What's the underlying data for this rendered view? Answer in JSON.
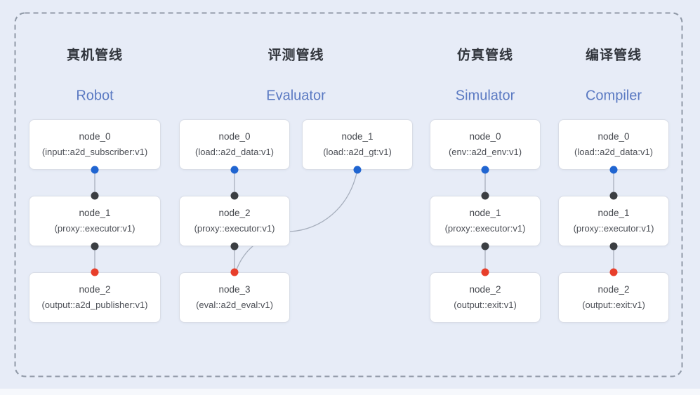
{
  "diagram": {
    "background_color": "#e7ecf7",
    "frame_border_color": "#9099a7",
    "title_color": "#31353c",
    "subtitle_color": "#5a79c2",
    "node_background": "#ffffff",
    "node_border_color": "#d9dde6",
    "node_text_color": "#44474d",
    "edge_color": "#a7afbd",
    "port_colors": {
      "blue": "#2065d1",
      "black": "#3b3e42",
      "red": "#e83f2b"
    },
    "pipelines": [
      {
        "id": "robot",
        "title": "真机管线",
        "subtitle": "Robot",
        "nodes": [
          {
            "name": "node_0",
            "type": "(input::a2d_subscriber:v1)",
            "row": 0,
            "col": 0,
            "top_port": null,
            "bottom_port": "blue"
          },
          {
            "name": "node_1",
            "type": "(proxy::executor:v1)",
            "row": 1,
            "col": 0,
            "top_port": "black",
            "bottom_port": "black"
          },
          {
            "name": "node_2",
            "type": "(output::a2d_publisher:v1)",
            "row": 2,
            "col": 0,
            "top_port": "red",
            "bottom_port": null
          }
        ],
        "edges": [
          {
            "from": 0,
            "to": 1,
            "style": "straight"
          },
          {
            "from": 1,
            "to": 2,
            "style": "straight"
          }
        ]
      },
      {
        "id": "evaluator",
        "title": "评测管线",
        "subtitle": "Evaluator",
        "nodes": [
          {
            "name": "node_0",
            "type": "(load::a2d_data:v1)",
            "row": 0,
            "col": 0,
            "top_port": null,
            "bottom_port": "blue"
          },
          {
            "name": "node_1",
            "type": "(load::a2d_gt:v1)",
            "row": 0,
            "col": 1,
            "top_port": null,
            "bottom_port": "blue"
          },
          {
            "name": "node_2",
            "type": "(proxy::executor:v1)",
            "row": 1,
            "col": 0,
            "top_port": "black",
            "bottom_port": "black"
          },
          {
            "name": "node_3",
            "type": "(eval::a2d_eval:v1)",
            "row": 2,
            "col": 0,
            "top_port": "red",
            "bottom_port": null
          }
        ],
        "edges": [
          {
            "from": 0,
            "to": 2,
            "style": "straight"
          },
          {
            "from": 2,
            "to": 3,
            "style": "straight"
          },
          {
            "from": 1,
            "to": 3,
            "style": "curved"
          }
        ]
      },
      {
        "id": "simulator",
        "title": "仿真管线",
        "subtitle": "Simulator",
        "nodes": [
          {
            "name": "node_0",
            "type": "(env::a2d_env:v1)",
            "row": 0,
            "col": 0,
            "top_port": null,
            "bottom_port": "blue"
          },
          {
            "name": "node_1",
            "type": "(proxy::executor:v1)",
            "row": 1,
            "col": 0,
            "top_port": "black",
            "bottom_port": "black"
          },
          {
            "name": "node_2",
            "type": "(output::exit:v1)",
            "row": 2,
            "col": 0,
            "top_port": "red",
            "bottom_port": null
          }
        ],
        "edges": [
          {
            "from": 0,
            "to": 1,
            "style": "straight"
          },
          {
            "from": 1,
            "to": 2,
            "style": "straight"
          }
        ]
      },
      {
        "id": "compiler",
        "title": "编译管线",
        "subtitle": "Compiler",
        "nodes": [
          {
            "name": "node_0",
            "type": "(load::a2d_data:v1)",
            "row": 0,
            "col": 0,
            "top_port": null,
            "bottom_port": "blue"
          },
          {
            "name": "node_1",
            "type": "(proxy::executor:v1)",
            "row": 1,
            "col": 0,
            "top_port": "black",
            "bottom_port": "black"
          },
          {
            "name": "node_2",
            "type": "(output::exit:v1)",
            "row": 2,
            "col": 0,
            "top_port": "red",
            "bottom_port": null
          }
        ],
        "edges": [
          {
            "from": 0,
            "to": 1,
            "style": "straight"
          },
          {
            "from": 1,
            "to": 2,
            "style": "straight"
          }
        ]
      }
    ]
  }
}
